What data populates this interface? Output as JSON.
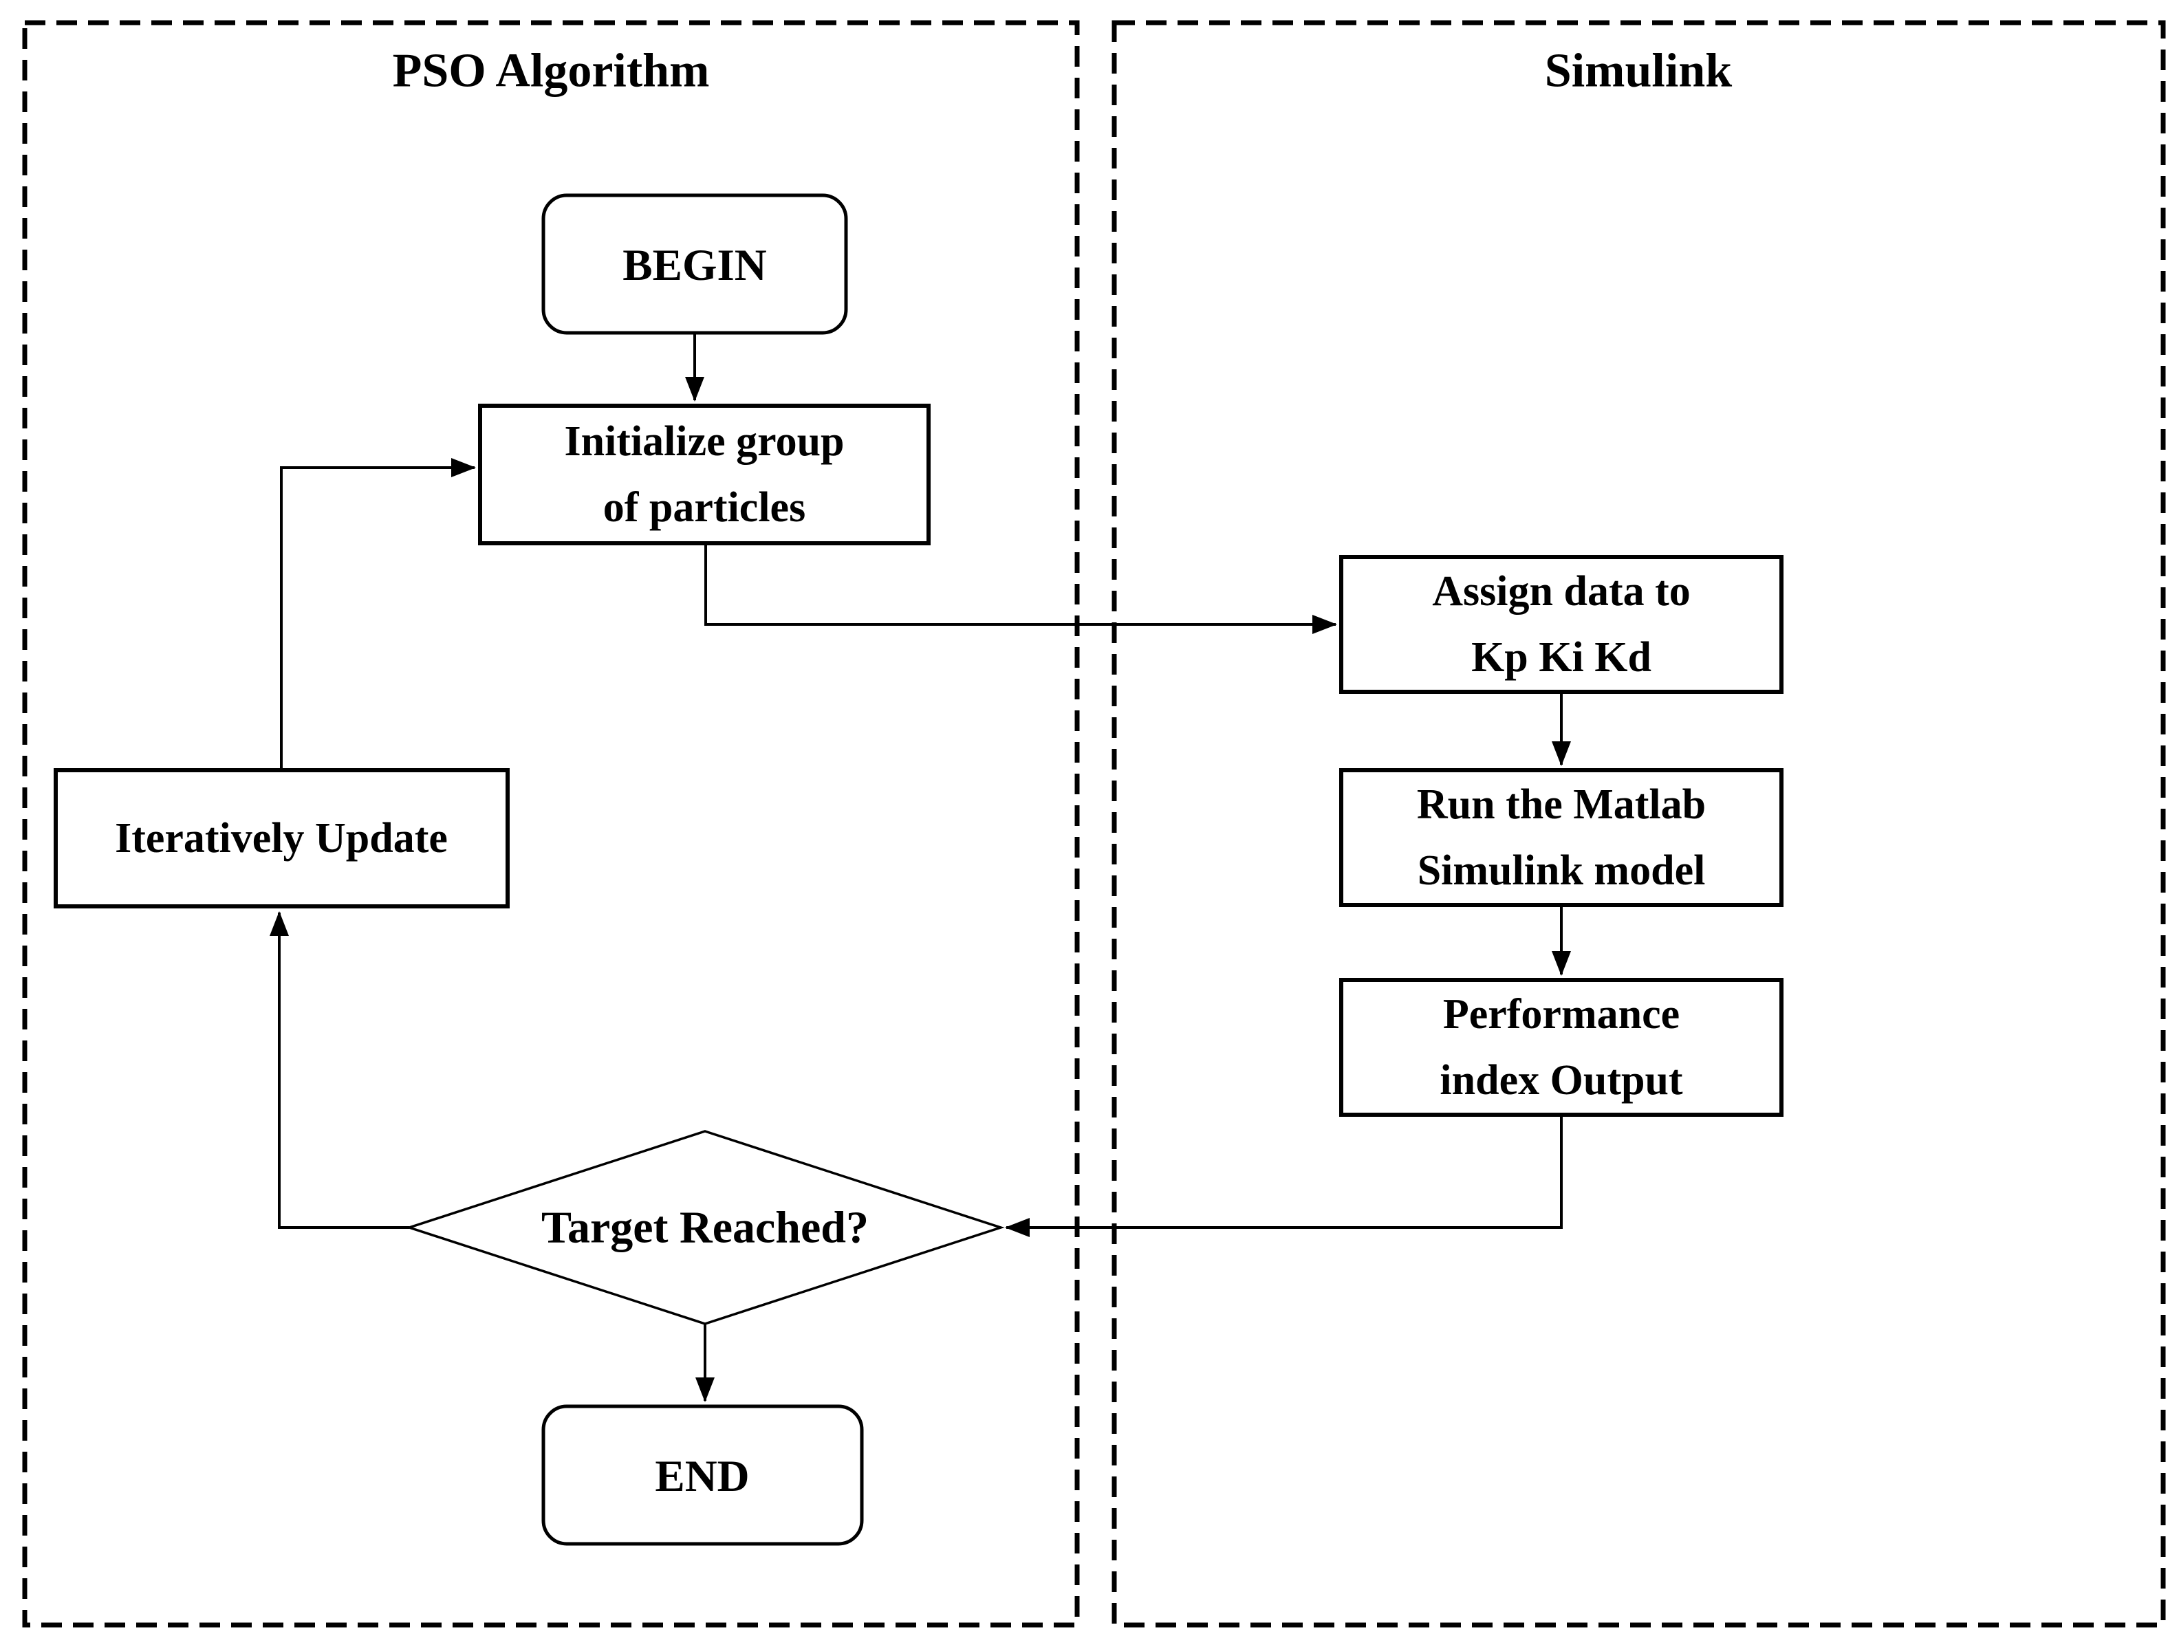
{
  "diagram": {
    "type": "flowchart",
    "background_color": "#ffffff",
    "ink_color": "#000000"
  },
  "panels": {
    "pso": {
      "title": "PSO Algorithm"
    },
    "simulink": {
      "title": "Simulink"
    }
  },
  "nodes": {
    "begin": {
      "shape": "terminator",
      "label": "BEGIN"
    },
    "initialize": {
      "shape": "process",
      "line1": "Initialize group",
      "line2": "of particles"
    },
    "assign": {
      "shape": "process",
      "line1": "Assign data to",
      "line2": "Kp Ki Kd"
    },
    "run": {
      "shape": "process",
      "line1": "Run the Matlab",
      "line2": "Simulink model"
    },
    "performance": {
      "shape": "process",
      "line1": "Performance",
      "line2": "index Output"
    },
    "iterate": {
      "shape": "process",
      "label": "Iteratively Update"
    },
    "decision": {
      "shape": "diamond",
      "label": "Target Reached?"
    },
    "end": {
      "shape": "terminator",
      "label": "END"
    }
  },
  "edges": [
    {
      "from": "begin",
      "to": "initialize"
    },
    {
      "from": "initialize",
      "to": "assign"
    },
    {
      "from": "assign",
      "to": "run"
    },
    {
      "from": "run",
      "to": "performance"
    },
    {
      "from": "performance",
      "to": "decision"
    },
    {
      "from": "decision",
      "to": "iterate"
    },
    {
      "from": "iterate",
      "to": "initialize"
    },
    {
      "from": "decision",
      "to": "end"
    }
  ]
}
